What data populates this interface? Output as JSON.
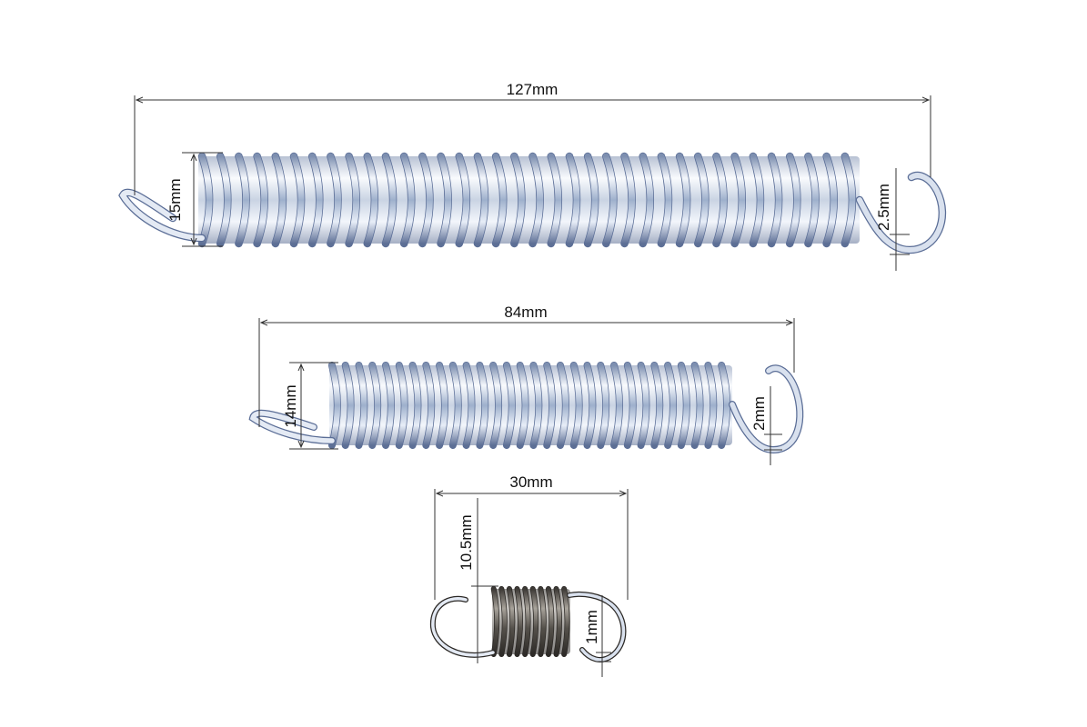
{
  "springs": [
    {
      "name": "large-spring",
      "length_label": "127mm",
      "diameter_label": "15mm",
      "wire_label": "2.5mm",
      "color": "#b8c6dc"
    },
    {
      "name": "medium-spring",
      "length_label": "84mm",
      "diameter_label": "14mm",
      "wire_label": "2mm",
      "color": "#bccbe0"
    },
    {
      "name": "small-spring",
      "length_label": "30mm",
      "diameter_label": "10.5mm",
      "wire_label": "1mm",
      "color": "#6b6660"
    }
  ]
}
